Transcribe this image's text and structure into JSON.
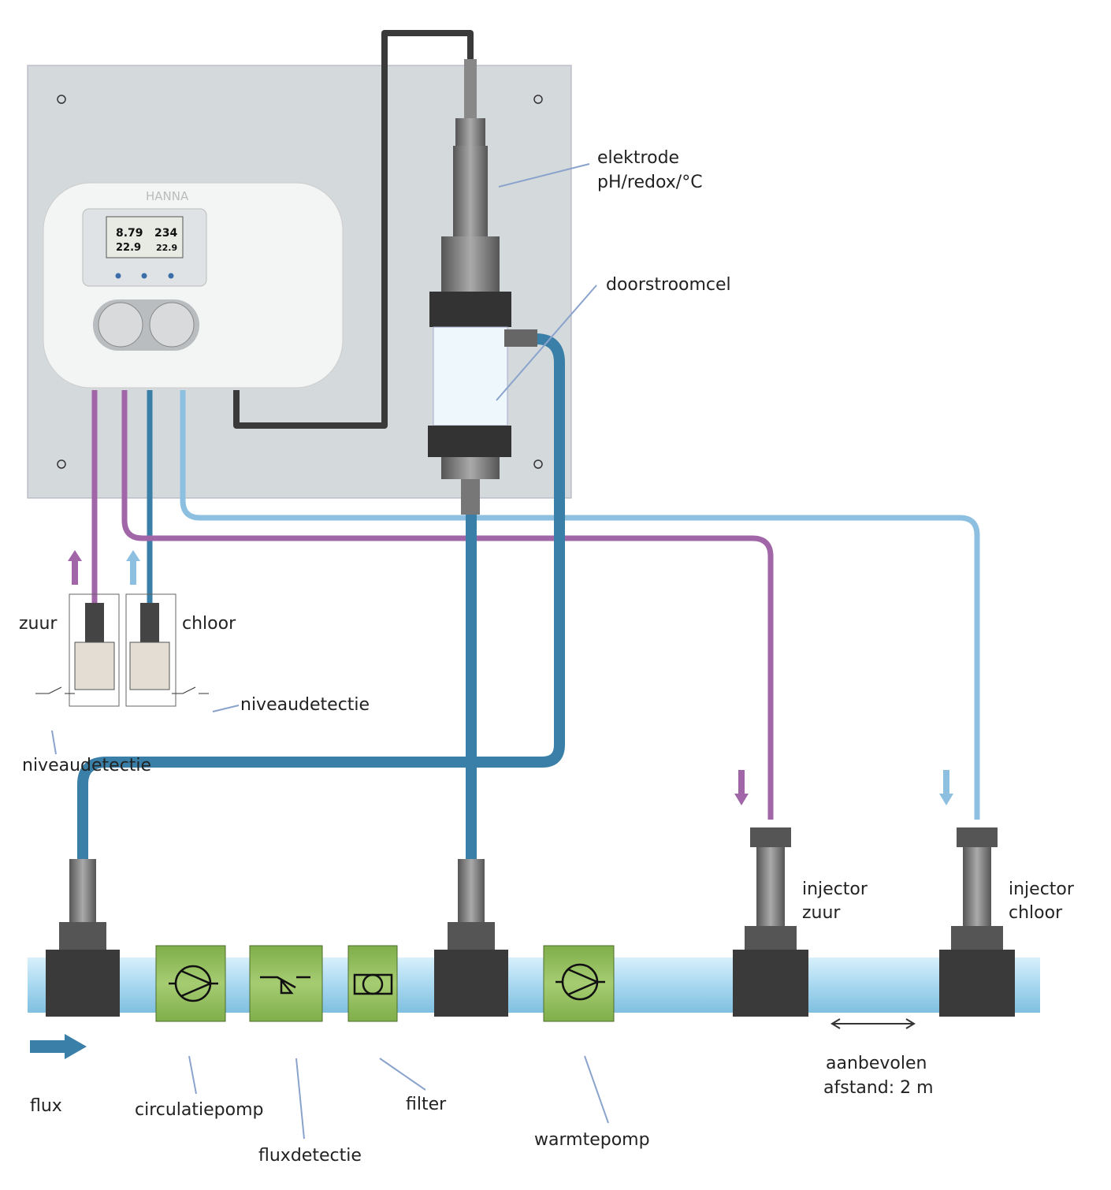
{
  "controller": {
    "brand": "HANNA",
    "display": {
      "ph_value": "8.79",
      "redox_value": "234",
      "temp_left": "22.9",
      "temp_right": "22.9"
    }
  },
  "labels": {
    "electrode_line1": "elektrode",
    "electrode_line2": "pH/redox/°C",
    "flow_cell": "doorstroomcel",
    "acid": "zuur",
    "chlorine": "chloor",
    "level_detection_right": "niveaudetectie",
    "level_detection_left": "niveaudetectie",
    "injector_acid_line1": "injector",
    "injector_acid_line2": "zuur",
    "injector_chlorine_line1": "injector",
    "injector_chlorine_line2": "chloor",
    "flux": "flux",
    "circulation_pump": "circulatiepomp",
    "flow_detection": "fluxdetectie",
    "filter": "filter",
    "heat_pump": "warmtepomp",
    "distance_line1": "aanbevolen",
    "distance_line2": "afstand: 2 m"
  },
  "colors": {
    "acid_tube": "#a066a8",
    "chlorine_tube": "#8cbfe0",
    "water_tube": "#3a7fa8",
    "cable": "#3a3a3a",
    "component_green": "#8fb85a",
    "pipe": "#a8d8f0",
    "panel": "#d4d9dc"
  }
}
